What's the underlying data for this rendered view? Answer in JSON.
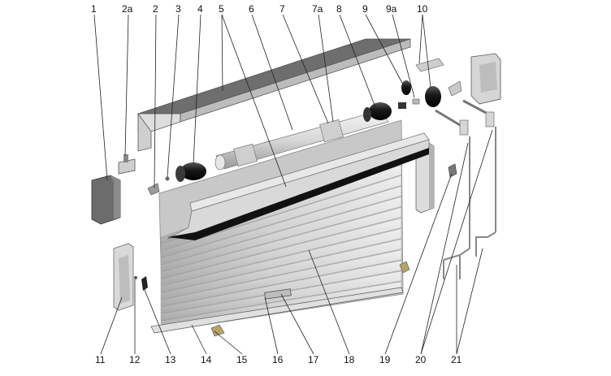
{
  "labels": {
    "l1": "1",
    "l2a": "2a",
    "l2": "2",
    "l3": "3",
    "l4": "4",
    "l5": "5",
    "l6": "6",
    "l7": "7",
    "l7a": "7a",
    "l8": "8",
    "l9": "9",
    "l9a": "9a",
    "l10": "10",
    "l11": "11",
    "l12": "12",
    "l13": "13",
    "l14": "14",
    "l15": "15",
    "l16": "16",
    "l17": "17",
    "l18": "18",
    "l19": "19",
    "l20": "20",
    "l21": "21"
  },
  "colors": {
    "box_top": "#6e6e6e",
    "panel_light": "#dcdcdc",
    "panel_mid": "#c4c4c4",
    "dark": "#1e1e1e",
    "line": "#222222"
  }
}
